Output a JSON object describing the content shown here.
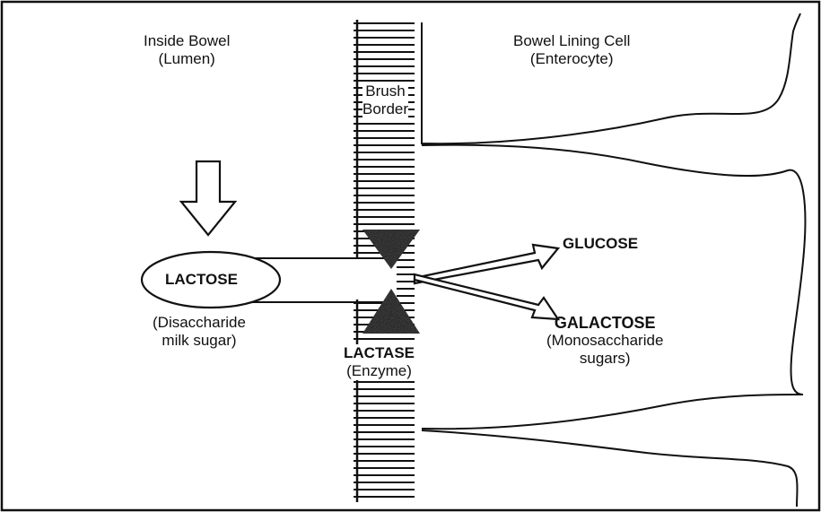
{
  "regions": {
    "lumen": {
      "title": "Inside Bowel",
      "subtitle": "(Lumen)"
    },
    "cell": {
      "title": "Bowel Lining Cell",
      "subtitle": "(Enterocyte)"
    },
    "brush_border": {
      "line1": "Brush",
      "line2": "Border"
    }
  },
  "substrate": {
    "name": "LACTOSE",
    "desc_line1": "(Disaccharide",
    "desc_line2": "milk sugar)"
  },
  "enzyme": {
    "name": "LACTASE",
    "desc": "(Enzyme)"
  },
  "products": {
    "glucose": "GLUCOSE",
    "galactose": "GALACTOSE",
    "desc_line1": "(Monosaccharide",
    "desc_line2": "sugars)"
  },
  "colors": {
    "ink": "#111111",
    "background": "#ffffff"
  }
}
